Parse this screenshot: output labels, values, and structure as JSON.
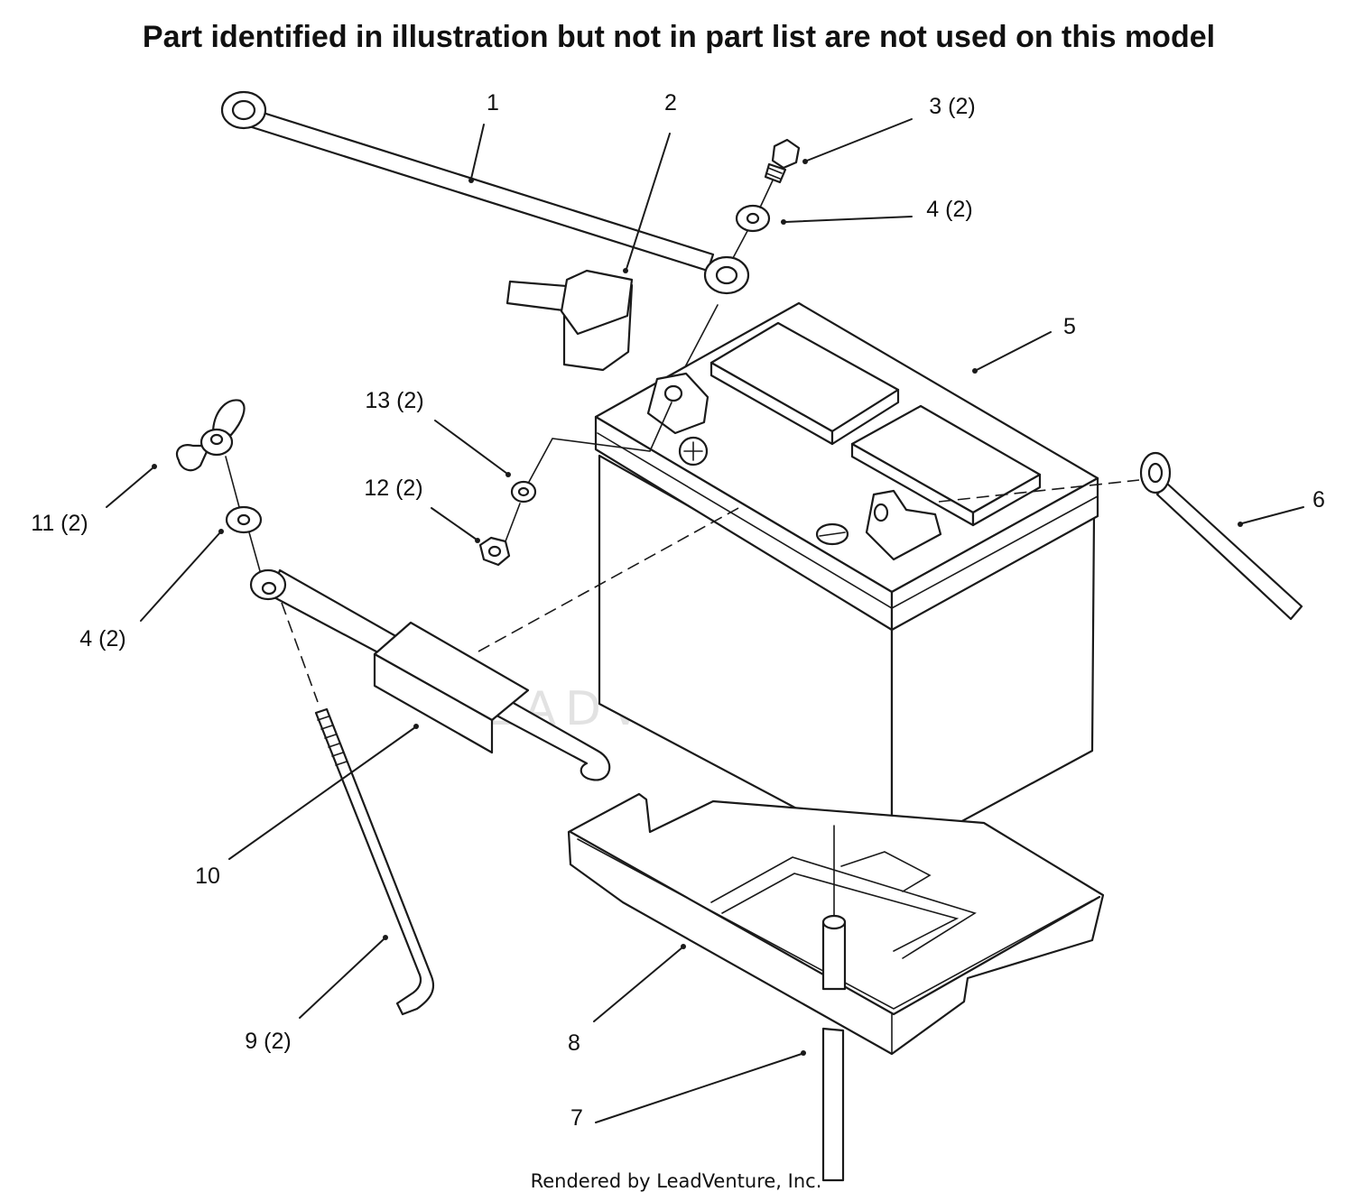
{
  "header": {
    "note": "Part identified in illustration but not in part list are not used on this model"
  },
  "callouts": [
    {
      "id": "1",
      "label": "1"
    },
    {
      "id": "2",
      "label": "2"
    },
    {
      "id": "3",
      "label": "3 (2)"
    },
    {
      "id": "4a",
      "label": "4 (2)"
    },
    {
      "id": "5",
      "label": "5"
    },
    {
      "id": "6",
      "label": "6"
    },
    {
      "id": "13",
      "label": "13 (2)"
    },
    {
      "id": "12",
      "label": "12 (2)"
    },
    {
      "id": "11",
      "label": "11 (2)"
    },
    {
      "id": "4b",
      "label": "4 (2)"
    },
    {
      "id": "10",
      "label": "10"
    },
    {
      "id": "9",
      "label": "9 (2)"
    },
    {
      "id": "8",
      "label": "8"
    },
    {
      "id": "7",
      "label": "7"
    }
  ],
  "watermark": {
    "text": "LEADVENTURE"
  },
  "footer": {
    "credit": "Rendered by LeadVenture, Inc."
  }
}
